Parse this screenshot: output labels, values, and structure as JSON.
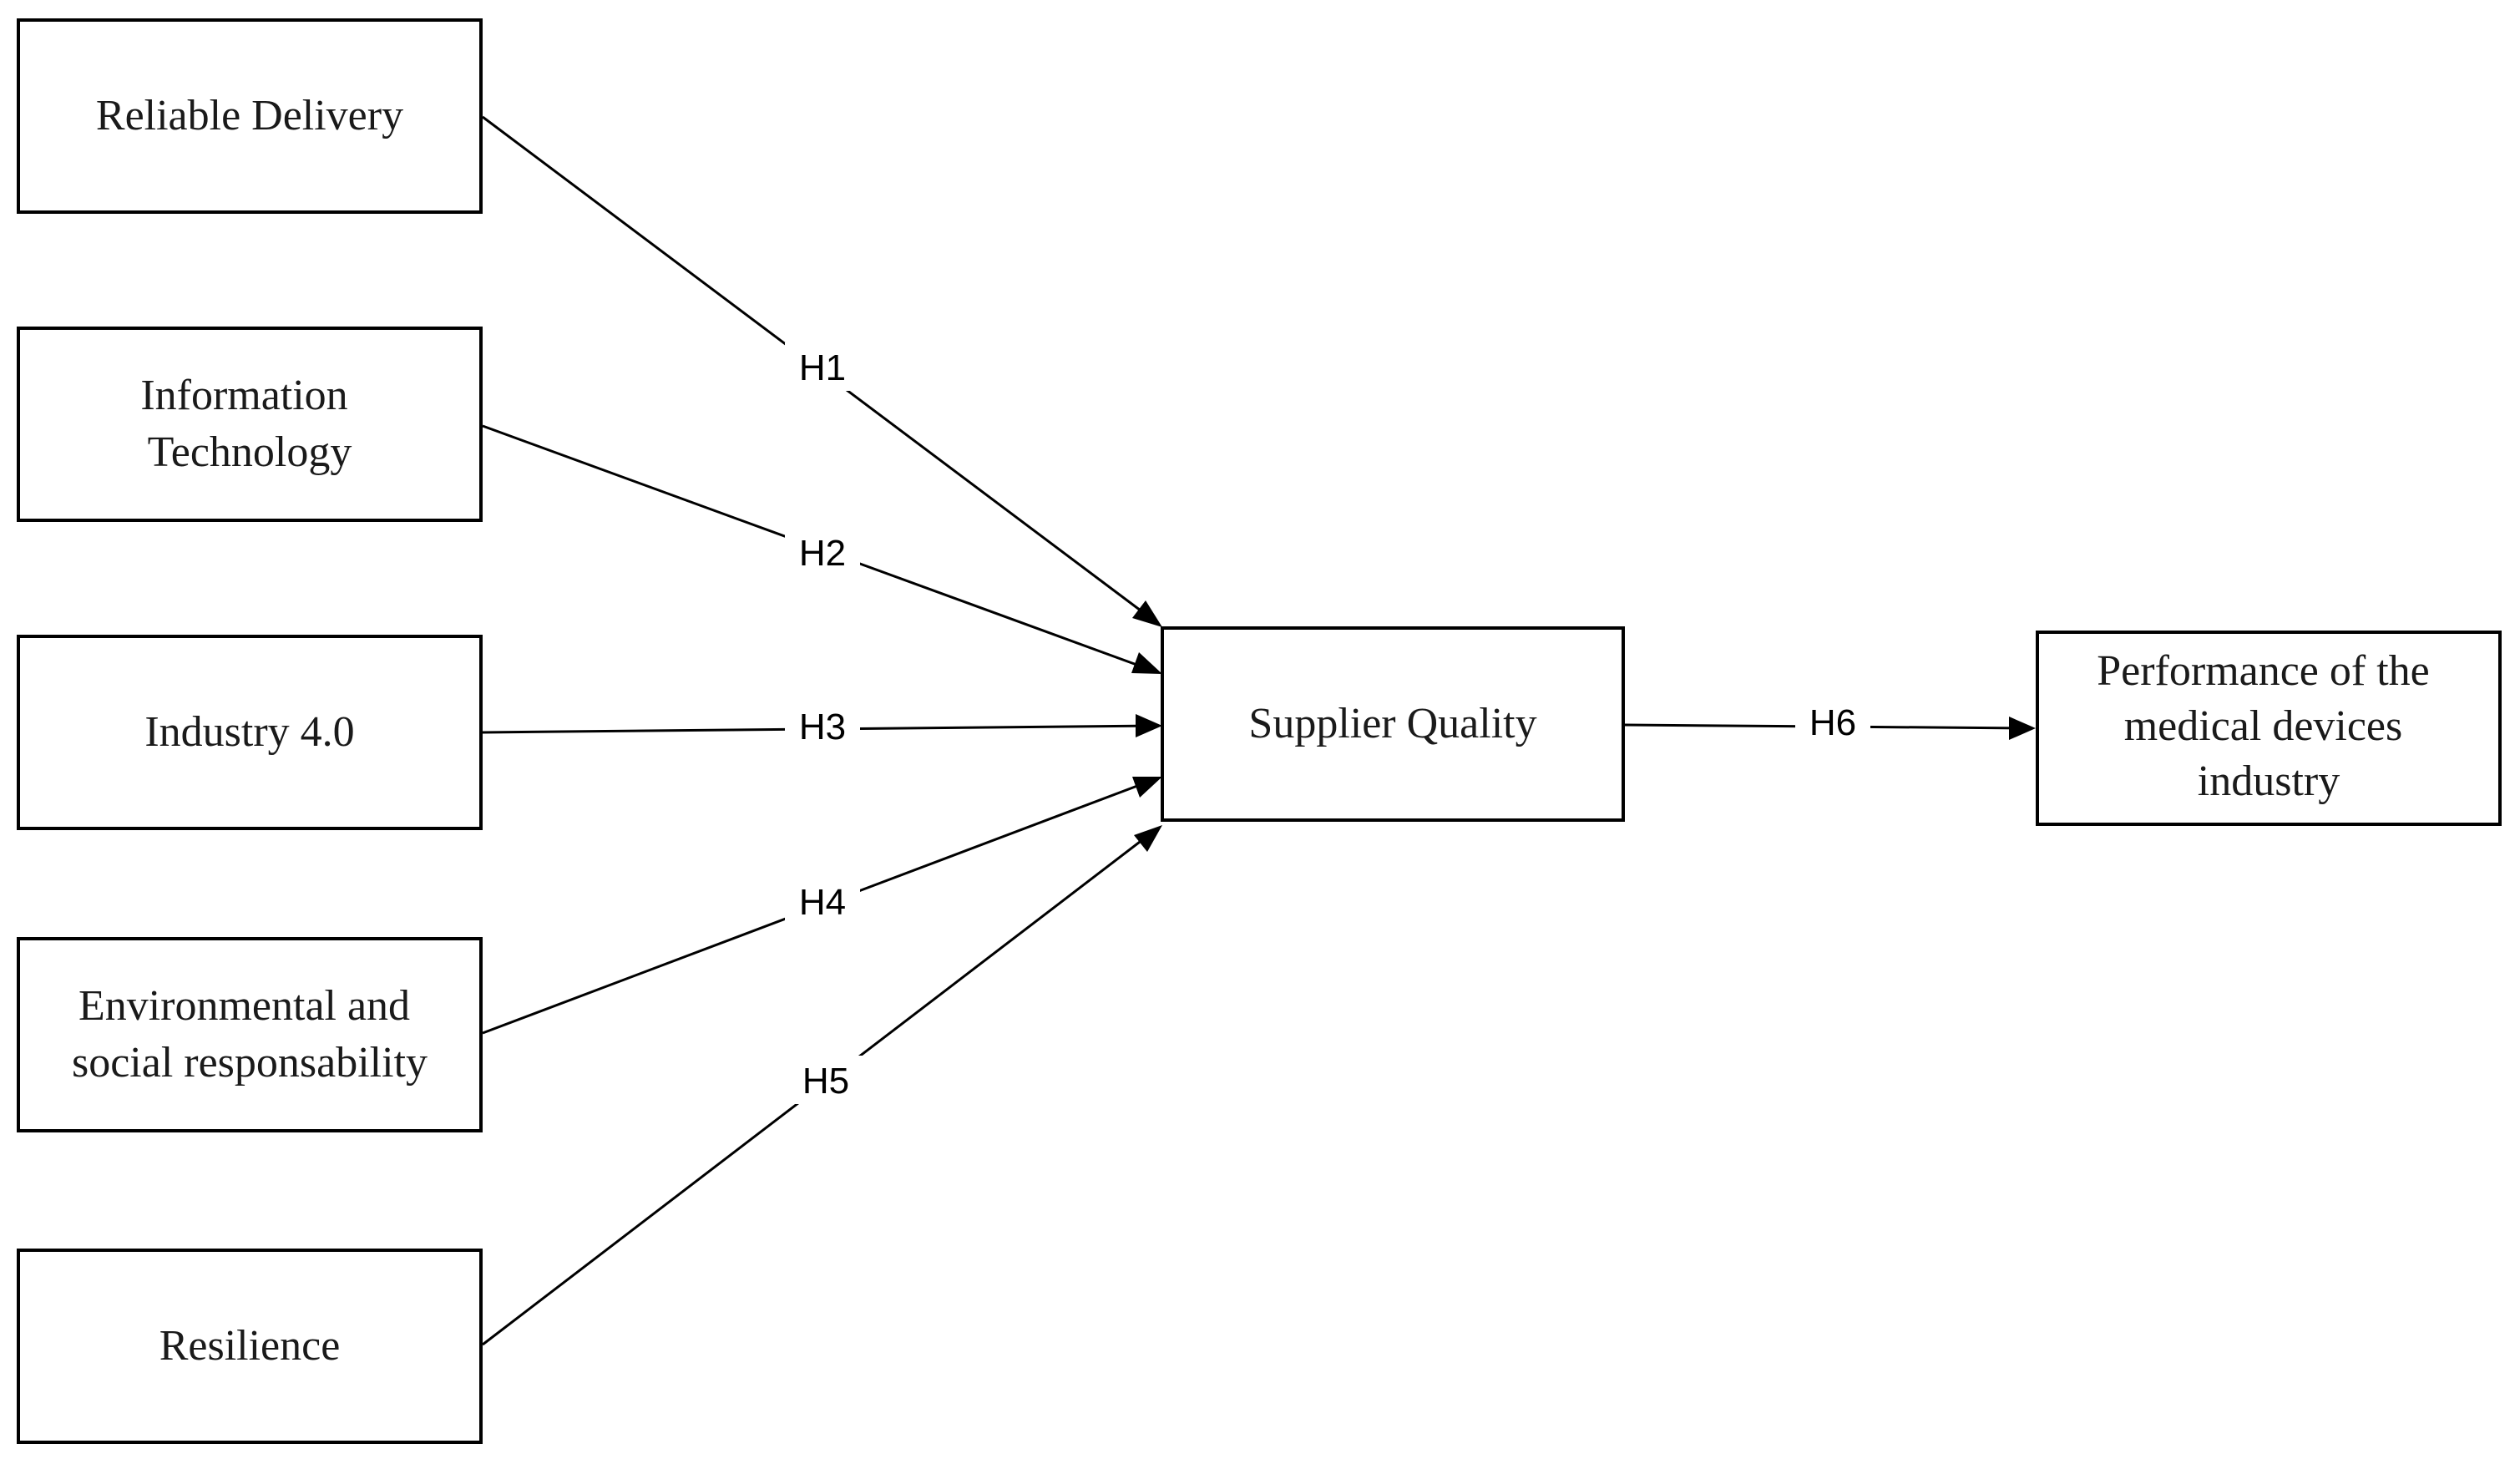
{
  "nodes": {
    "reliable_delivery": {
      "lines": [
        "Reliable Delivery"
      ]
    },
    "information_technology": {
      "lines": [
        "Information",
        "Technology"
      ]
    },
    "industry_4": {
      "lines": [
        "Industry 4.0"
      ]
    },
    "environmental_social": {
      "lines": [
        "Environmental and",
        "social responsability"
      ]
    },
    "resilience": {
      "lines": [
        "Resilience"
      ]
    },
    "supplier_quality": {
      "lines": [
        "Supplier Quality"
      ]
    },
    "performance": {
      "lines": [
        "Performance of the",
        "medical devices",
        "industry"
      ]
    }
  },
  "edges": [
    {
      "from": "reliable_delivery",
      "to": "supplier_quality",
      "label": "H1"
    },
    {
      "from": "information_technology",
      "to": "supplier_quality",
      "label": "H2"
    },
    {
      "from": "industry_4",
      "to": "supplier_quality",
      "label": "H3"
    },
    {
      "from": "environmental_social",
      "to": "supplier_quality",
      "label": "H4"
    },
    {
      "from": "resilience",
      "to": "supplier_quality",
      "label": "H5"
    },
    {
      "from": "supplier_quality",
      "to": "performance",
      "label": "H6"
    }
  ]
}
